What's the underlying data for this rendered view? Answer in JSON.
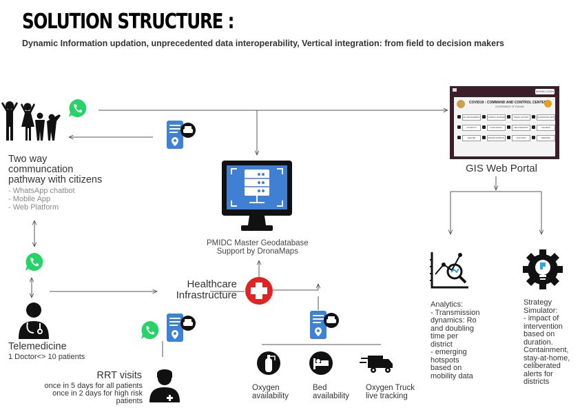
{
  "header": {
    "title": "SOLUTION STRUCTURE :",
    "subtitle": "Dynamic Information updation, unprecedented data interoperability, Vertical integration: from field to decision makers"
  },
  "citizens": {
    "title": "Two way\ncommuncation\npathway with citizens",
    "channels": [
      "- WhatsApp chatbot",
      "- Mobile App",
      "- Web Platform"
    ]
  },
  "database": {
    "label": "PMIDC Master Geodatabase\nSupport by DronaMaps"
  },
  "portal": {
    "label": "GIS Web Portal",
    "screen_title": "COVID19 : COMMAND AND CONTROL CENTER",
    "screen_subtitle": "GOVERNMENT OF PUNJAB",
    "login_label": "ADMIN LOGIN",
    "tiles": [
      "IEC MANAGEMENT",
      "SUSPECT MANAGEMENT",
      "TRAVEL HISTORY",
      "QUARANTINE CENTER",
      "HOTSPOTS",
      "FOOD SUPPLY",
      "FIELD REPORTS",
      "HEATMAP",
      "SHELTER",
      "PRIVATE HOSPITAL",
      "ISOLATION",
      "DEMANDS"
    ]
  },
  "healthcare": {
    "label": "Healthcare\nInfrastructure"
  },
  "telemedicine": {
    "title": "Telemedicine",
    "detail": "1 Doctor<> 10 patients"
  },
  "rrt": {
    "title": "RRT visits",
    "detail": "once in 5 days for all patients\nonce in 2 days for high risk\npatients"
  },
  "resources": [
    {
      "label": "Oxygen\navailability",
      "icon": "oxygen-cylinder-icon"
    },
    {
      "label": "Bed\navailability",
      "icon": "hospital-bed-icon"
    },
    {
      "label": "Oxygen Truck\nlive tracking",
      "icon": "truck-icon"
    }
  ],
  "analytics": {
    "text": "Analytics:\n- Transmission\ndynamics: Ro\nand doubling\ntime per\ndistrict\n- emerging\nhotspots\nbased on\nmobility data"
  },
  "strategy": {
    "text": "Strategy\nSimulator:\n- impact of\nintervention\nbased on\nduration.\nContainment,\nstay-at-home,\nceliberated\nalerts for\ndistricts"
  },
  "colors": {
    "whatsapp": "#25d366",
    "phone": "#3d82d6",
    "monitor_screen": "#3f7fd4",
    "cross": "#e02424",
    "portal_bg": "#3a1f2b",
    "line": "#555555"
  }
}
